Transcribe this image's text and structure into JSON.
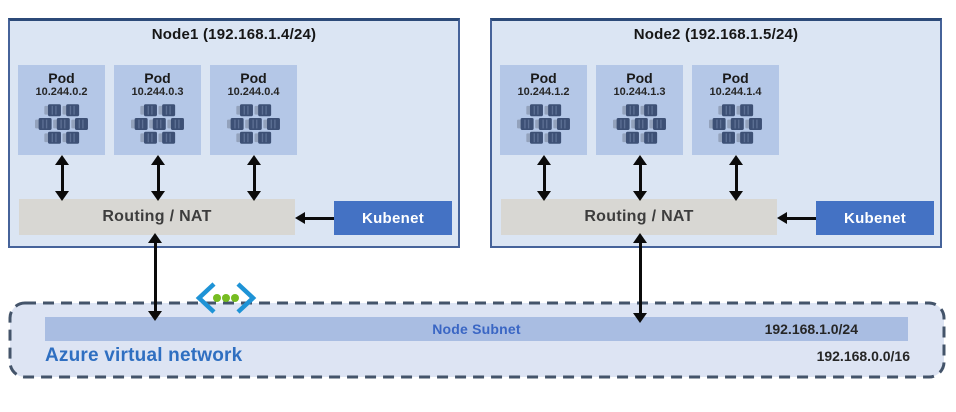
{
  "nodes": [
    {
      "title": "Node1 (192.168.1.4/24)",
      "pods": [
        {
          "label": "Pod",
          "ip": "10.244.0.2"
        },
        {
          "label": "Pod",
          "ip": "10.244.0.3"
        },
        {
          "label": "Pod",
          "ip": "10.244.0.4"
        }
      ],
      "routing_label": "Routing / NAT",
      "kubenet_label": "Kubenet"
    },
    {
      "title": "Node2 (192.168.1.5/24)",
      "pods": [
        {
          "label": "Pod",
          "ip": "10.244.1.2"
        },
        {
          "label": "Pod",
          "ip": "10.244.1.3"
        },
        {
          "label": "Pod",
          "ip": "10.244.1.4"
        }
      ],
      "routing_label": "Routing / NAT",
      "kubenet_label": "Kubenet"
    }
  ],
  "vnet": {
    "label": "Azure virtual network",
    "subnet_label": "Node Subnet",
    "subnet_cidr": "192.168.1.0/24",
    "vnet_cidr": "192.168.0.0/16"
  },
  "icons": {
    "pod": "pod-containers-icon",
    "vnet": "azure-virtual-network-icon"
  },
  "colors": {
    "node_fill": "#dbe5f3",
    "node_border": "#46639a",
    "pod_fill": "#b4c7e7",
    "pod_icon": "#3d5075",
    "routing_fill": "#d8d7d3",
    "kubenet_fill": "#4472c4",
    "kubenet_text": "#ffffff",
    "vnet_fill": "#dde4f3",
    "vnet_border": "#44546a",
    "subnet_bar_fill": "#a9bde2",
    "subnet_label_text": "#3a66c4",
    "vnet_label_text": "#2f6fc1",
    "icon_bracket_blue": "#1e93d6",
    "icon_dot_green": "#76bc21",
    "arrow_color": "#0b0b0b"
  }
}
